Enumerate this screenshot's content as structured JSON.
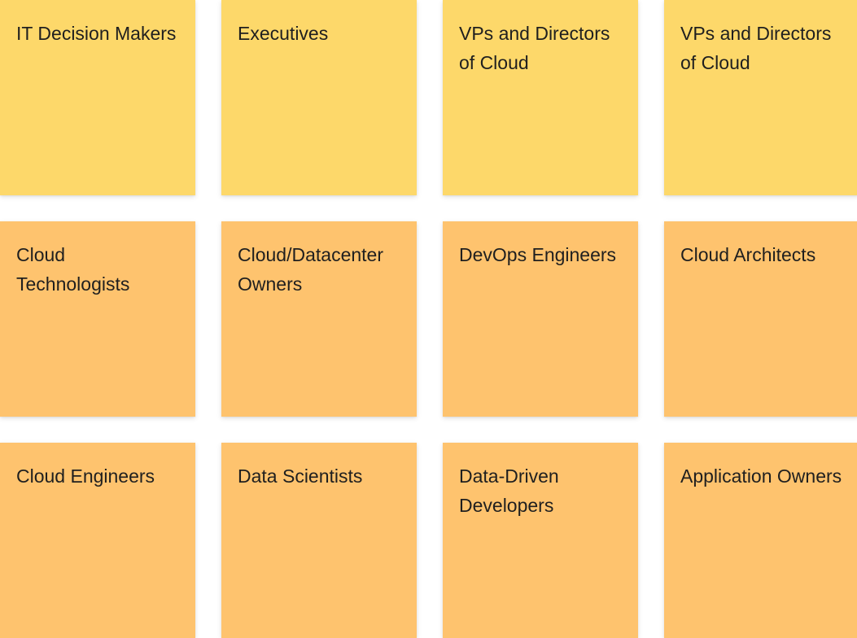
{
  "colors": {
    "yellow_note": "#FDD86A",
    "orange_note": "#FEC36E",
    "note_text": "#1F1F1F"
  },
  "notes": [
    {
      "text": "IT Decision Makers",
      "color": "#FDD86A"
    },
    {
      "text": "Executives",
      "color": "#FDD86A"
    },
    {
      "text": "VPs and Directors of Cloud",
      "color": "#FDD86A"
    },
    {
      "text": "VPs and Directors of Cloud",
      "color": "#FDD86A"
    },
    {
      "text": "Cloud Technologists",
      "color": "#FEC36E"
    },
    {
      "text": "Cloud/Datacenter Owners",
      "color": "#FEC36E"
    },
    {
      "text": "DevOps Engineers",
      "color": "#FEC36E"
    },
    {
      "text": "Cloud Architects",
      "color": "#FEC36E"
    },
    {
      "text": "Cloud Engineers",
      "color": "#FEC36E"
    },
    {
      "text": "Data Scientists",
      "color": "#FEC36E"
    },
    {
      "text": "Data-Driven Developers",
      "color": "#FEC36E"
    },
    {
      "text": "Application Owners",
      "color": "#FEC36E"
    }
  ]
}
